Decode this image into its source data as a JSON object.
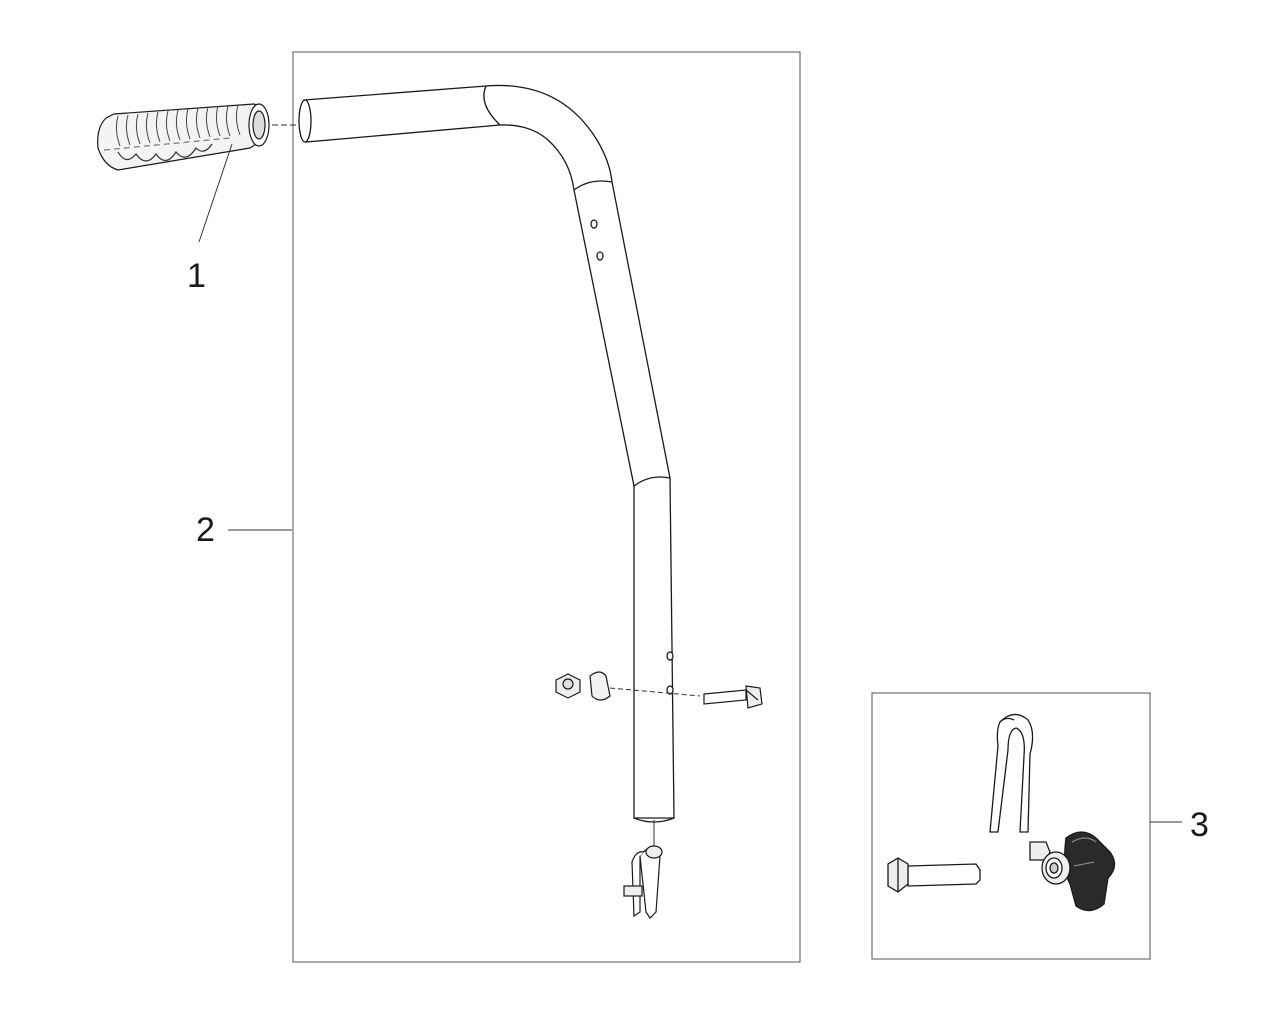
{
  "callouts": [
    {
      "number": "1",
      "part": "handle-grip"
    },
    {
      "number": "2",
      "part": "handle-bar-assembly"
    },
    {
      "number": "3",
      "part": "fastener-kit"
    }
  ],
  "colors": {
    "line": "#1a1a1a",
    "box": "#555555",
    "background": "#ffffff",
    "dark_part": "#2a2a2a"
  }
}
